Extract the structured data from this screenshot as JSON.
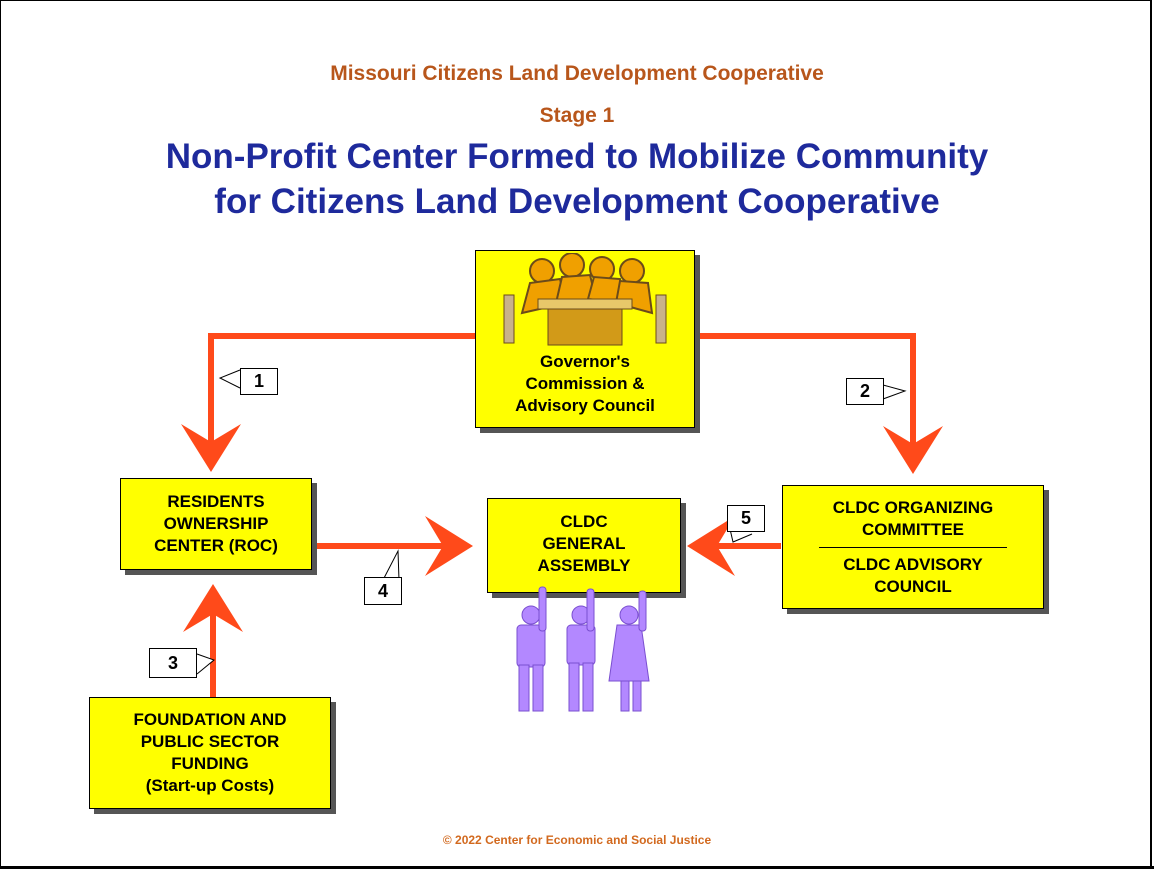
{
  "header": {
    "organization": "Missouri Citizens Land Development Cooperative",
    "stage": "Stage 1",
    "headline_line1": "Non-Profit Center Formed to Mobilize Community",
    "headline_line2": "for Citizens Land Development Cooperative"
  },
  "nodes": {
    "governor": {
      "lines": [
        "Governor's",
        "Commission &",
        "Advisory Council"
      ]
    },
    "roc": {
      "lines": [
        "RESIDENTS",
        "OWNERSHIP",
        "CENTER (ROC)"
      ]
    },
    "assembly": {
      "lines": [
        "CLDC",
        "GENERAL",
        "ASSEMBLY"
      ]
    },
    "committee": {
      "top_lines": [
        "CLDC ORGANIZING",
        "COMMITTEE"
      ],
      "bottom_lines": [
        "CLDC ADVISORY",
        "COUNCIL"
      ]
    },
    "funding": {
      "lines": [
        "FOUNDATION AND",
        "PUBLIC SECTOR",
        "FUNDING",
        "(Start-up Costs)"
      ]
    }
  },
  "edge_labels": {
    "e1": "1",
    "e2": "2",
    "e3": "3",
    "e4": "4",
    "e5": "5"
  },
  "colors": {
    "title_brown": "#b8561b",
    "headline_blue": "#1e2a9c",
    "arrow": "#ff4a1a",
    "box_fill": "#ffff00",
    "figure_purple": "#b388ff",
    "meeting_icon": "#f0a000"
  },
  "icons": {
    "governor_box": "meeting-table-icon",
    "assembly": "raised-hands-people-icon"
  },
  "footer": {
    "copyright": "© 2022  Center for Economic and Social Justice"
  }
}
